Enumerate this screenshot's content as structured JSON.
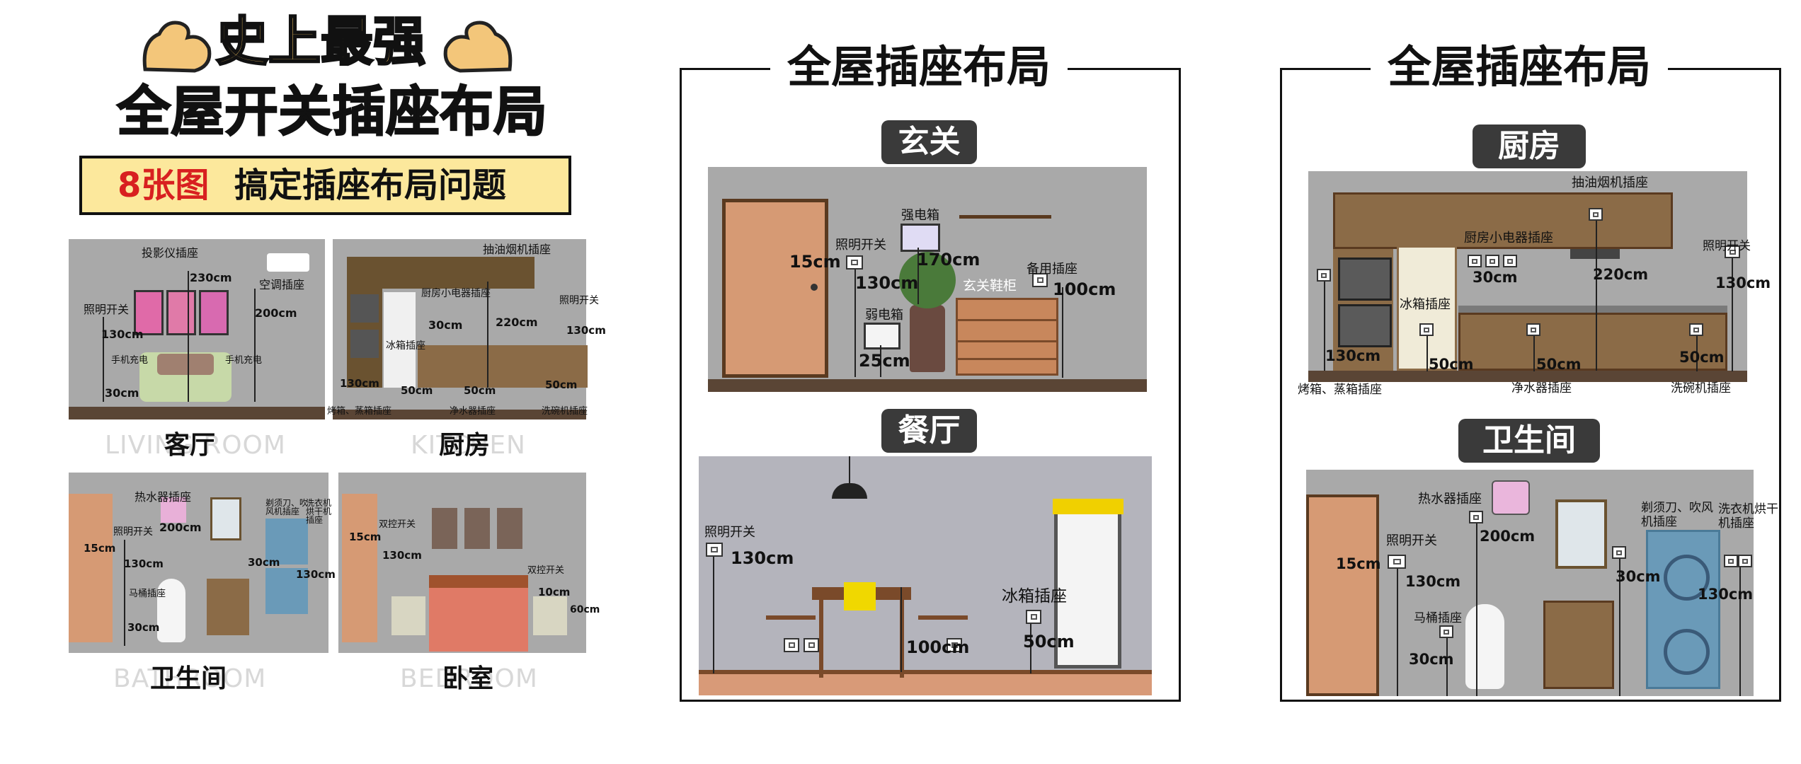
{
  "colors": {
    "wall": "#a9a9a9",
    "floor": "#5a4535",
    "door": "#d69a74",
    "wood": "#8b6b47",
    "banner_bg": "#fce89c",
    "banner_text_red": "#d82020",
    "chip_bg": "#3a3a3a"
  },
  "left": {
    "title": "史上最强",
    "subtitle": "全屋开关插座布局",
    "banner_red": "8张图",
    "banner_black": "搞定插座布局问题",
    "living": {
      "caption": "客厅",
      "ghost": "LIVING ROOM",
      "projector": "投影仪插座",
      "d230": "230cm",
      "ac": "空调插座",
      "d200": "200cm",
      "light": "照明开关",
      "d130": "130cm",
      "phone": "手机充电",
      "phone2": "手机充电",
      "d30": "30cm"
    },
    "kitchen": {
      "caption": "厨房",
      "ghost": "KITCHEN",
      "hood": "抽油烟机插座",
      "small": "厨房小电器插座",
      "d220": "220cm",
      "d30": "30cm",
      "fridge": "冰箱插座",
      "light": "照明开关",
      "d130a": "130cm",
      "d130b": "130cm",
      "d50a": "50cm",
      "d50b": "50cm",
      "d50c": "50cm",
      "oven": "烤箱、蒸箱插座",
      "water": "净水器插座",
      "dish": "洗碗机插座"
    },
    "bath": {
      "caption": "卫生间",
      "ghost": "BATHROOM",
      "heater": "热水器插座",
      "d200": "200cm",
      "light": "照明开关",
      "d15": "15cm",
      "d130a": "130cm",
      "d130b": "130cm",
      "shaver": "剃须刀、吹风机插座",
      "d30a": "30cm",
      "washer": "洗衣机烘干机插座",
      "toilet": "马桶插座",
      "d30b": "30cm"
    },
    "bed": {
      "caption": "卧室",
      "ghost": "BEDROOM",
      "dual": "双控开关",
      "d15": "15cm",
      "d130": "130cm",
      "dual2": "双控开关",
      "d10": "10cm",
      "d60": "60cm"
    }
  },
  "middle": {
    "title": "全屋插座布局",
    "entry": {
      "chip": "玄关",
      "d15": "15cm",
      "light": "照明开关",
      "d130": "130cm",
      "strong": "强电箱",
      "d170": "170cm",
      "weak": "弱电箱",
      "d25": "25cm",
      "cabinet": "玄关鞋柜",
      "spare": "备用插座",
      "d100": "100cm"
    },
    "dining": {
      "chip": "餐厅",
      "light": "照明开关",
      "d130": "130cm",
      "fridge": "冰箱插座",
      "d50": "50cm",
      "d100": "100cm"
    }
  },
  "right": {
    "title": "全屋插座布局",
    "kitchen": {
      "chip": "厨房",
      "hood": "抽油烟机插座",
      "small": "厨房小电器插座",
      "light": "照明开关",
      "d130a": "130cm",
      "d30": "30cm",
      "d220": "220cm",
      "fridge": "冰箱插座",
      "d130b": "130cm",
      "d50a": "50cm",
      "d50b": "50cm",
      "d50c": "50cm",
      "oven": "烤箱、蒸箱插座",
      "water": "净水器插座",
      "dish": "洗碗机插座"
    },
    "bath": {
      "chip": "卫生间",
      "heater": "热水器插座",
      "light": "照明开关",
      "d15": "15cm",
      "d130a": "130cm",
      "d200": "200cm",
      "shaver": "剃须刀、吹风机插座",
      "d30a": "30cm",
      "washer": "洗衣机烘干机插座",
      "d130b": "130cm",
      "toilet": "马桶插座",
      "d30b": "30cm"
    }
  }
}
